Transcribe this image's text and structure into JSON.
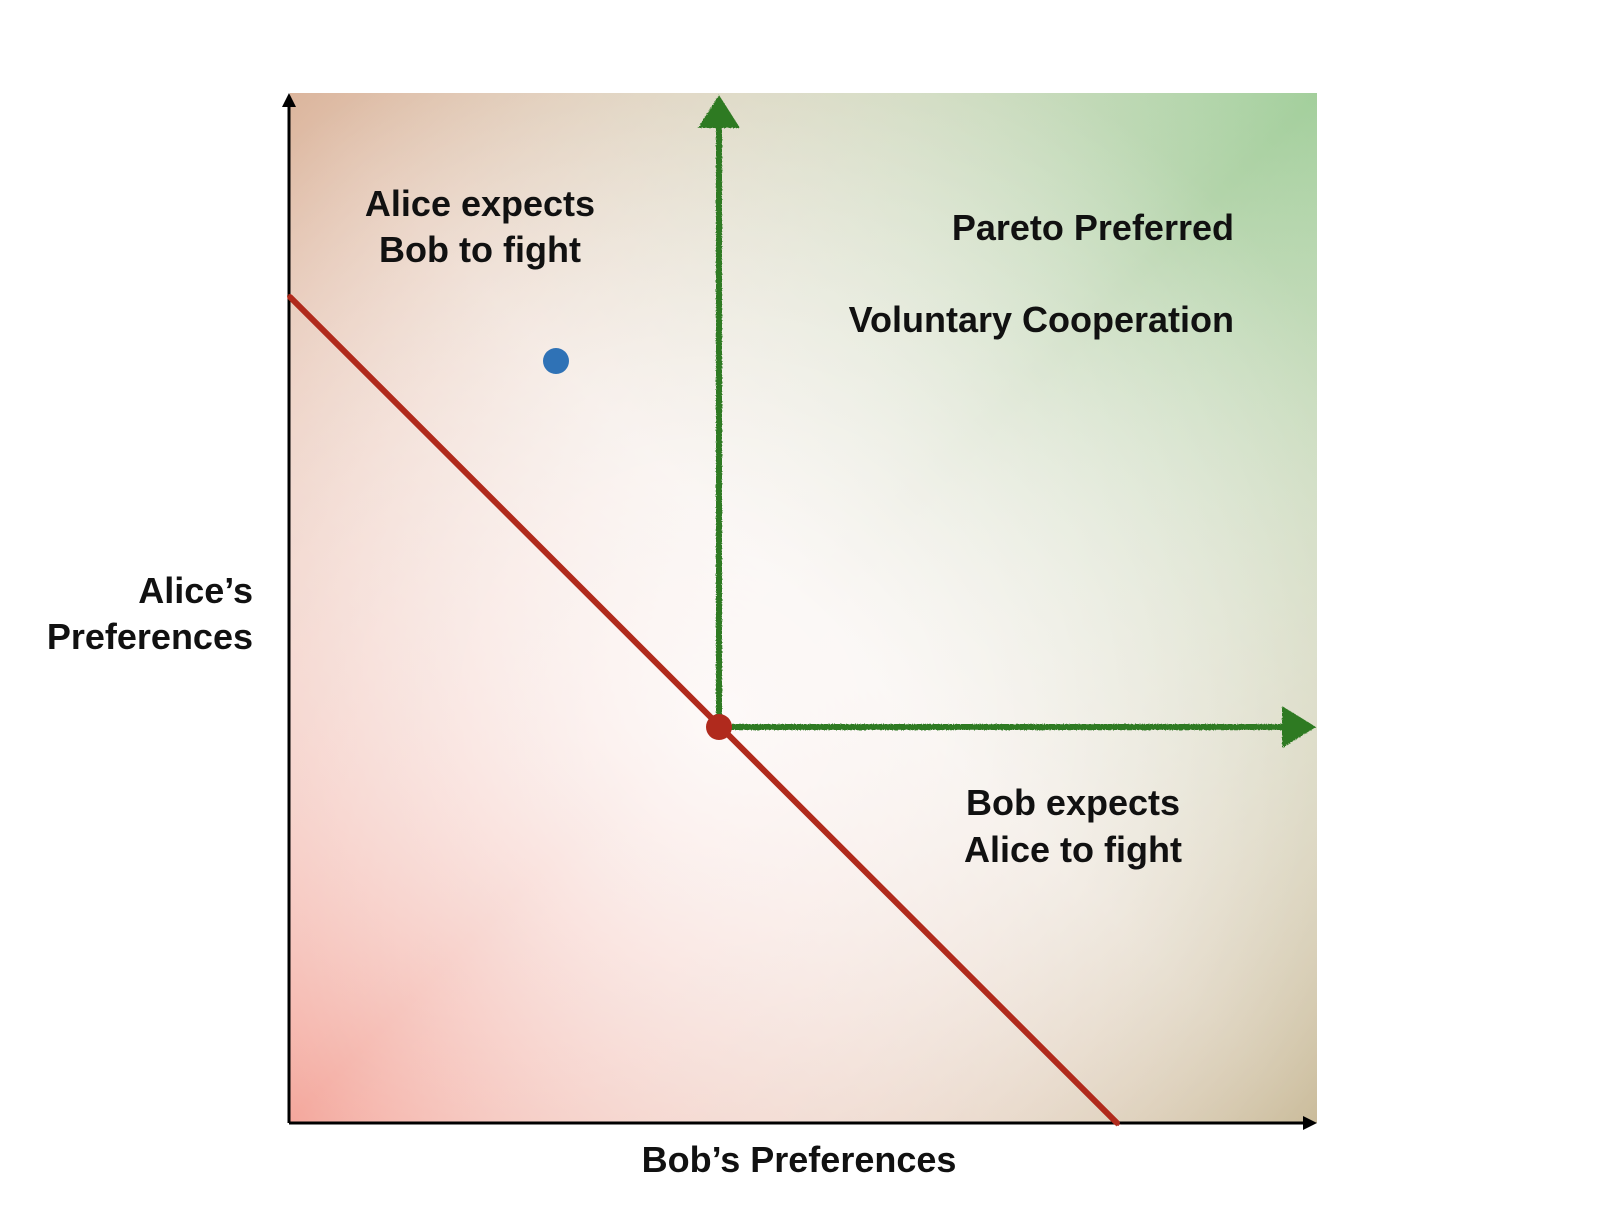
{
  "labels": {
    "y_axis_line1": "Alice’s",
    "y_axis_line2": "Preferences",
    "x_axis": "Bob’s Preferences",
    "top_left_line1": "Alice expects",
    "top_left_line2": "Bob to fight",
    "bottom_right_line1": "Bob expects",
    "bottom_right_line2": "Alice to fight",
    "pareto": "Pareto Preferred",
    "voluntary": "Voluntary Cooperation"
  },
  "colors": {
    "background_green": "#a3cf9c",
    "background_red": "#f2978a",
    "background_tan": "#c6b793",
    "background_brown": "#d7ac90",
    "green_arrow": "#2f7a22",
    "red_line": "#b02a1d",
    "status_quo_point": "#b02a1d",
    "blue_point": "#2f72b6",
    "axes": "#000000"
  }
}
